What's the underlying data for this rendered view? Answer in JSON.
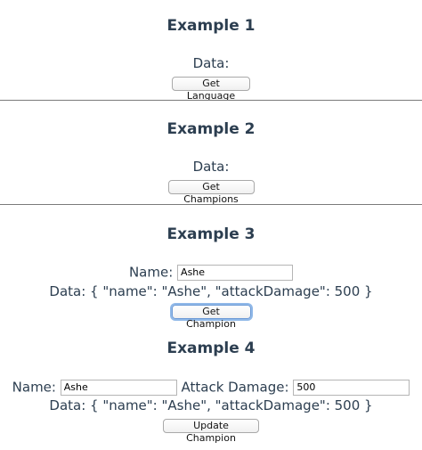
{
  "example1": {
    "title": "Example 1",
    "data_label": "Data:",
    "button_label": "Get Language"
  },
  "example2": {
    "title": "Example 2",
    "data_label": "Data:",
    "button_label": "Get Champions"
  },
  "example3": {
    "title": "Example 3",
    "name_label": "Name:",
    "name_value": "Ashe",
    "data_text": "Data: { \"name\": \"Ashe\", \"attackDamage\": 500 }",
    "button_label": "Get Champion"
  },
  "example4": {
    "title": "Example 4",
    "name_label": "Name:",
    "name_value": "Ashe",
    "attack_label": "Attack Damage:",
    "attack_value": "500",
    "data_text": "Data: { \"name\": \"Ashe\", \"attackDamage\": 500 }",
    "button_label": "Update Champion"
  },
  "colors": {
    "heading": "#2c3e50",
    "divider": "#7a7a7a",
    "focus_ring": "#8fb8e8"
  }
}
